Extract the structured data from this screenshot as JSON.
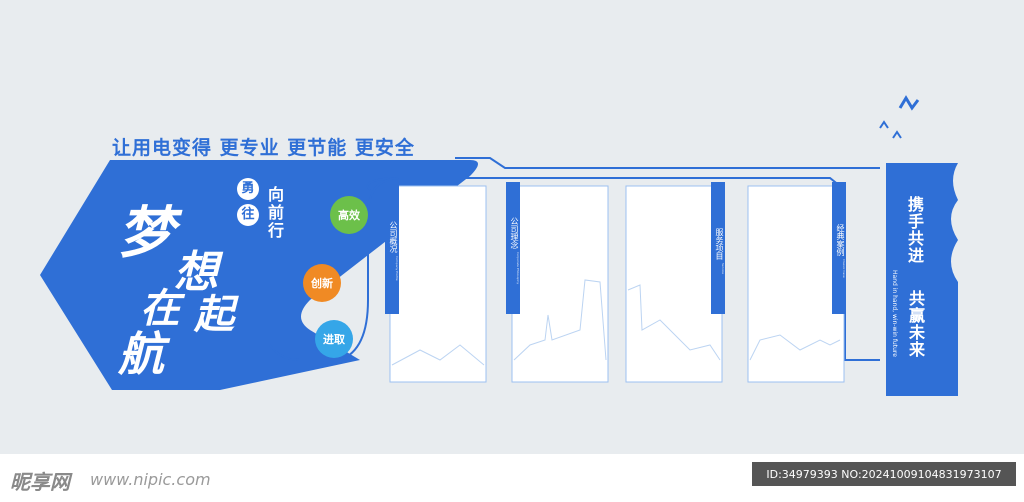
{
  "slogan": "让用电变得 更专业 更节能 更安全",
  "hero": {
    "char1": "梦",
    "char2": "想",
    "char3": "在",
    "char4": "起",
    "char5": "航",
    "small1": "勇",
    "small2": "往",
    "vertical": "向前行"
  },
  "badges": [
    {
      "label": "高效",
      "color": "#6cc04a"
    },
    {
      "label": "创新",
      "color": "#f08a24"
    },
    {
      "label": "进取",
      "color": "#35a6e8"
    }
  ],
  "panels": [
    {
      "title": "公司概况",
      "sub": "Company Profile"
    },
    {
      "title": "公司理念",
      "sub": "Corporate Philosophy"
    },
    {
      "title": "服务项目",
      "sub": "Service"
    },
    {
      "title": "经典案例",
      "sub": "Classic Case"
    }
  ],
  "right_banner": {
    "line1": "携手共进",
    "line2": "共赢未来",
    "english": "Hand in hand, win-win future"
  },
  "footer": {
    "logo": "昵享网",
    "site": "www.nipic.com",
    "id_text": "ID:34979393 NO:20241009104831973107"
  },
  "colors": {
    "primary": "#2f6fd6",
    "background": "#e8ecef"
  }
}
